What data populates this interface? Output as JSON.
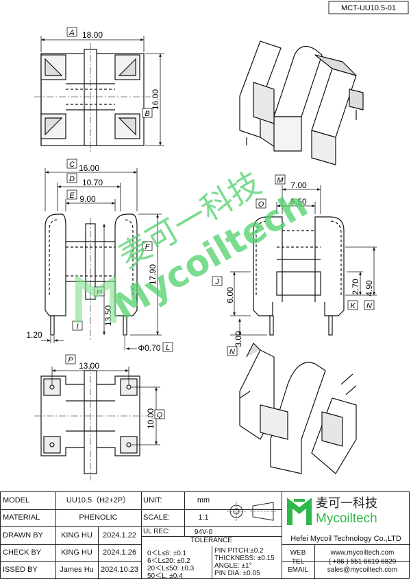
{
  "drawing_number": "MCT-UU10.5-01",
  "watermark": {
    "chinese": "麦可一科技",
    "latin": "Mycoiltech",
    "color": "#4fd06a"
  },
  "dimensions": {
    "top": {
      "width": "18.00",
      "height": "16.00",
      "width_tag": "A",
      "height_tag": "B"
    },
    "front": {
      "C": "16.00",
      "D": "10.70",
      "E": "9.00",
      "F": "17.90",
      "H": "13.50",
      "I": "1.20",
      "L": "Φ0.70",
      "tags": [
        "C",
        "D",
        "E",
        "F",
        "H",
        "I",
        "L"
      ]
    },
    "side": {
      "M": "7.00",
      "O": "5.50",
      "J": "6.00",
      "K": "3.00",
      "N1": "2.70",
      "N2": "4.90",
      "tags": [
        "M",
        "O",
        "J",
        "K",
        "N",
        "N"
      ]
    },
    "bottom": {
      "P": "13.00",
      "Q": "10.00",
      "tags": [
        "P",
        "Q"
      ]
    }
  },
  "title_block": {
    "model_label": "MODEL",
    "model_value": "UU10.5（H2+2P）",
    "material_label": "MATERIAL",
    "material_value": "PHENOLIC",
    "drawn_label": "DRAWN BY",
    "drawn_name": "KING HU",
    "drawn_date": "2024.1.22",
    "check_label": "CHECK BY",
    "check_name": "KING HU",
    "check_date": "2024.1.26",
    "issued_label": "ISSED BY",
    "issued_name": "James Hu",
    "issued_date": "2024.10.23",
    "unit_label": "UNIT:",
    "unit_value": "mm",
    "scale_label": "SCALE:",
    "scale_value": "1:1",
    "ul_label": "UL REC:",
    "ul_value": "94V-0",
    "tolerance_title": "TOLERANCE",
    "tolerance_left": [
      "0＜L≤6: ±0.1",
      "6＜L≤20: ±0.2",
      "20＜L≤50: ±0.3",
      "50＜L: ±0.4"
    ],
    "tolerance_right": [
      "PIN PITCH:±0.2",
      "THICKNESS: ±0.15",
      "ANGLE: ±1°",
      "PIN DIA: ±0.05"
    ],
    "logo_chinese": "麦可一科技",
    "logo_latin": "Mycoiltech",
    "company": "Hefei Mycoil Technology Co.,LTD",
    "web_label": "WEB",
    "web_value": "www.mycoiltech.com",
    "tel_label": "TEL",
    "tel_value": "( +86 ) 551 6619 6829",
    "email_label": "EMAIL",
    "email_value": "sales@mycoiltech.com",
    "brand_color": "#2fb84a"
  }
}
